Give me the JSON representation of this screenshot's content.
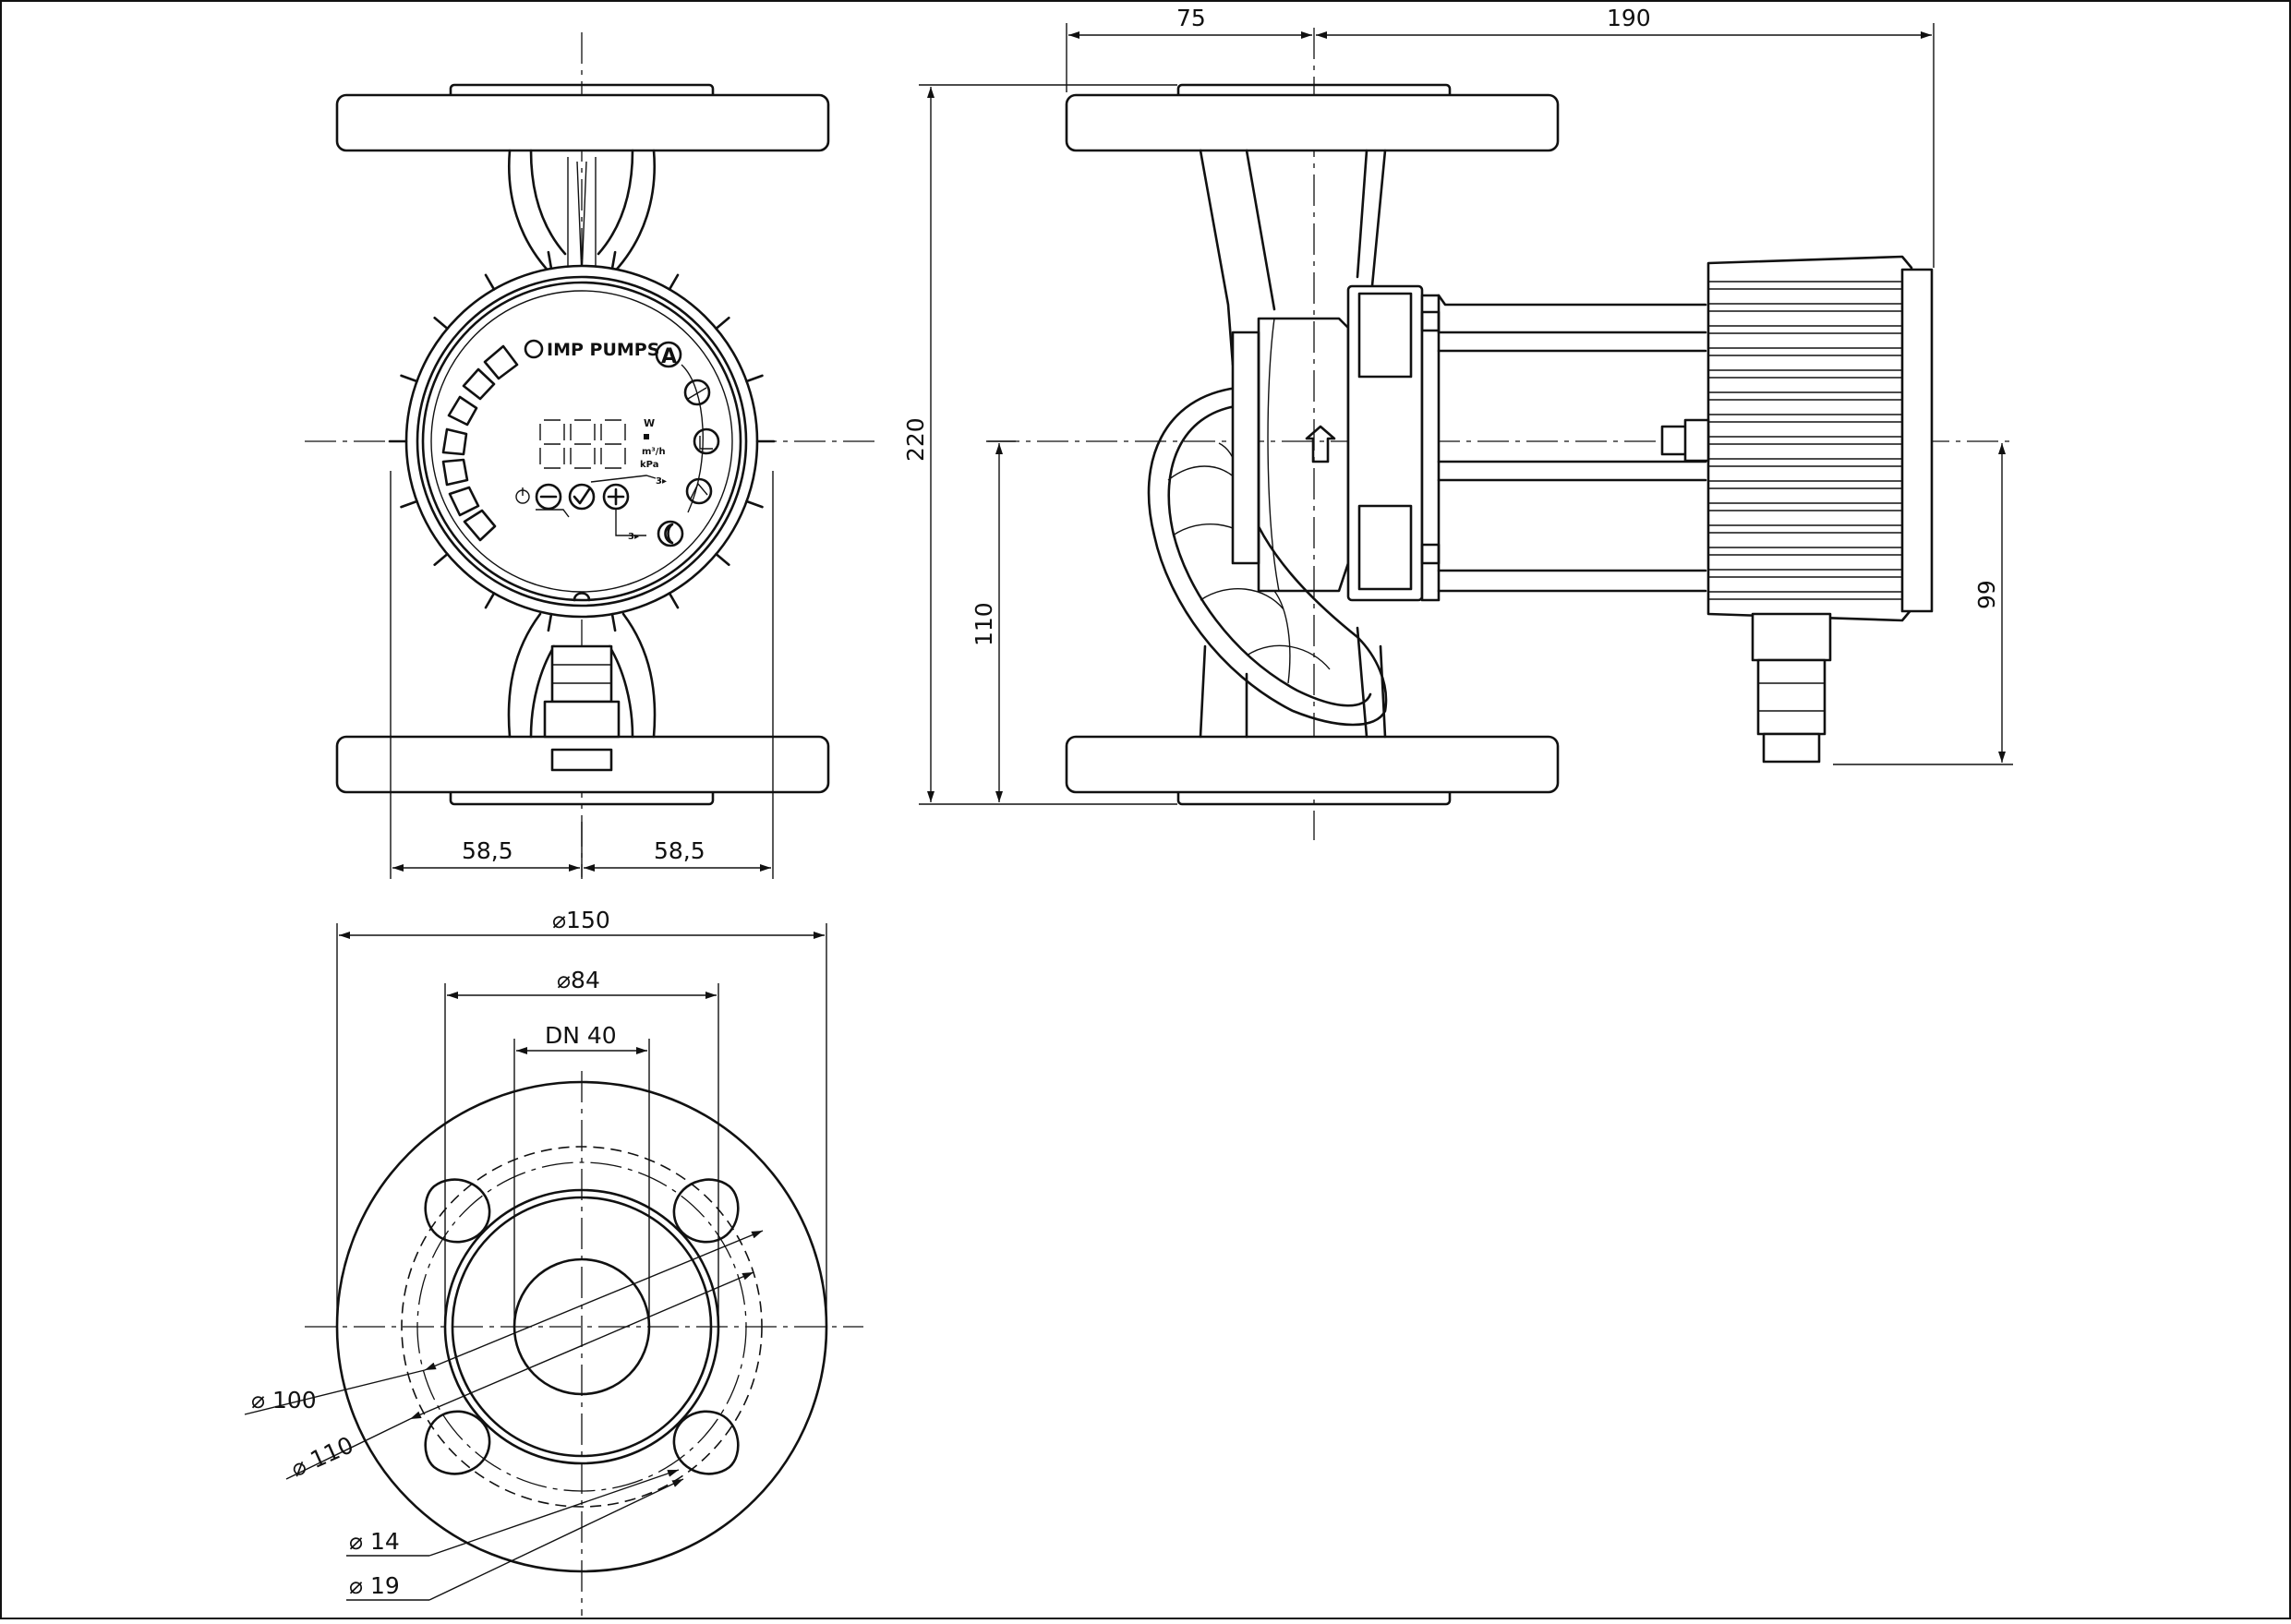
{
  "dimensions": {
    "left_half_width": "58,5",
    "right_half_width": "58,5",
    "flange_to_axis": "75",
    "axis_to_motor_end": "190",
    "overall_height": "220",
    "axis_height": "110",
    "motor_connector_height": "99",
    "flange_outer_diameter": "⌀150",
    "flange_inner_diameter": "⌀84",
    "nominal_diameter": "DN 40",
    "bolt_circle_1": "⌀ 100",
    "bolt_circle_2": "⌀ 110",
    "hole_diameter_1": "⌀ 14",
    "hole_diameter_2": "⌀ 19"
  },
  "control_panel": {
    "brand": "IMP PUMPS",
    "mode_letter": "A",
    "unit_w": "W",
    "unit_m3h": "m³/h",
    "unit_mpm": "kPa",
    "timer_label_1": "3▸",
    "timer_label_2": "3▸"
  },
  "icons": [
    "power-icon",
    "check-icon",
    "plus-icon",
    "minus-icon",
    "night-mode-icon",
    "flow-arrow-icon"
  ]
}
